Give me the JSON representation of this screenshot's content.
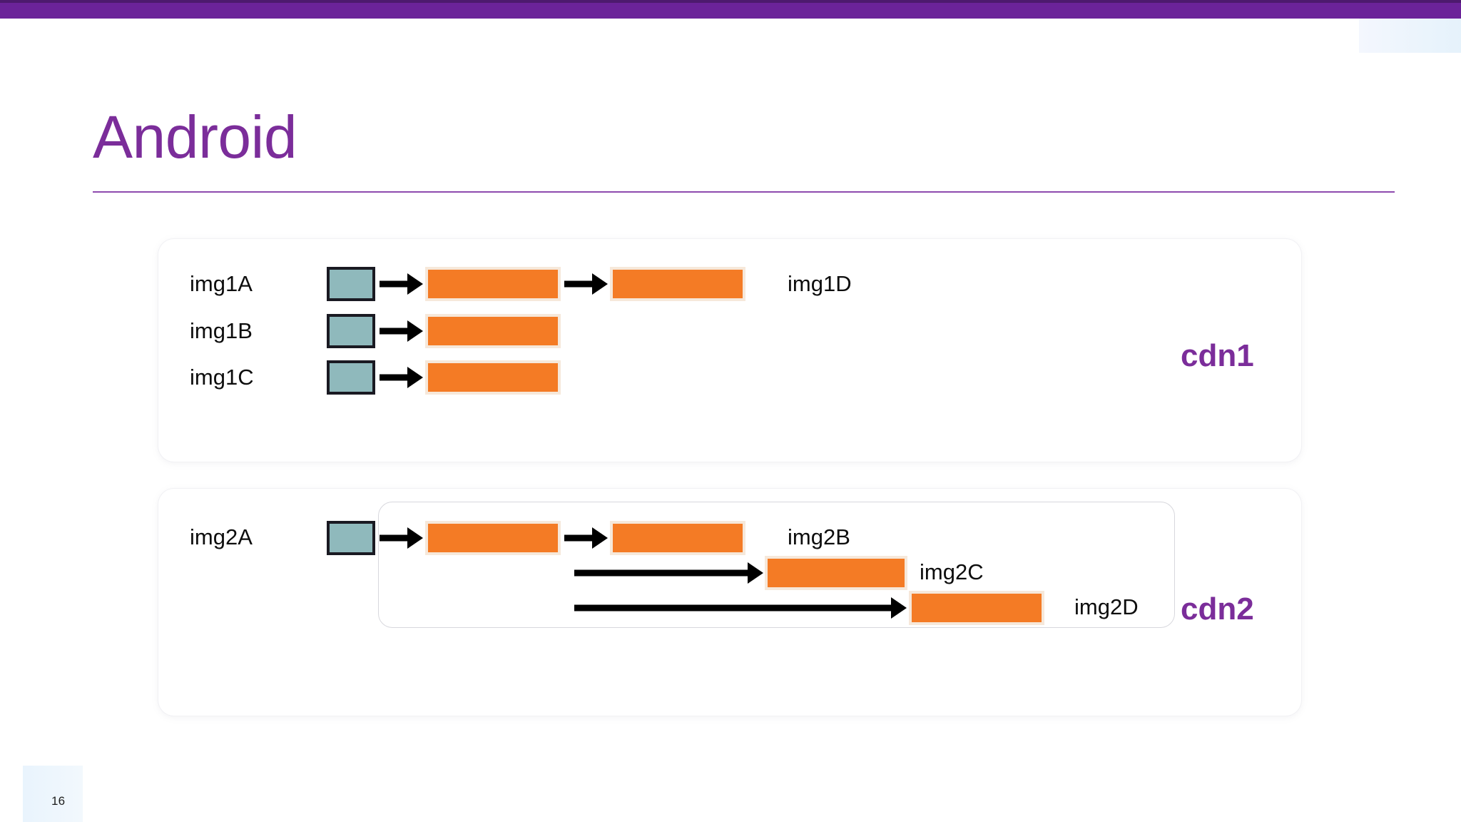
{
  "slide": {
    "title": "Android",
    "page_number": "16",
    "accent_color": "#7B2D9A",
    "top_bar_color": "#6B2399",
    "teal_box_color": "#8FB9BC",
    "orange_box_color": "#F47B25",
    "orange_border_color": "#F6E8DA"
  },
  "diagram": {
    "type": "timeline-flow",
    "panels": [
      {
        "id": "cdn1",
        "cdn_label": "cdn1",
        "rows": [
          {
            "label": "img1A",
            "segments": 3,
            "chained": true
          },
          {
            "label": "img1B",
            "segments": 1,
            "chained": true
          },
          {
            "label": "img1C",
            "segments": 1,
            "chained": true
          }
        ],
        "end_labels": [
          "img1D"
        ]
      },
      {
        "id": "cdn2",
        "cdn_label": "cdn2",
        "rows": [
          {
            "label": "img2A",
            "segments": 2,
            "chained": true
          },
          {
            "label": "img2B",
            "segments": 1,
            "chained": false
          },
          {
            "label": "img2C",
            "segments": 1,
            "chained": false
          },
          {
            "label": "img2D",
            "segments": 0,
            "chained": false
          }
        ]
      }
    ]
  },
  "labels": {
    "img1A": "img1A",
    "img1B": "img1B",
    "img1C": "img1C",
    "img1D": "img1D",
    "img2A": "img2A",
    "img2B": "img2B",
    "img2C": "img2C",
    "img2D": "img2D",
    "cdn1": "cdn1",
    "cdn2": "cdn2"
  }
}
